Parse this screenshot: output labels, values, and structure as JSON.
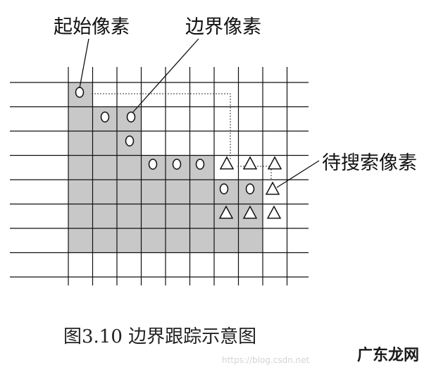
{
  "labels": {
    "start_pixel": "起始像素",
    "boundary_pixel": "边界像素",
    "candidate_pixel": "待搜索像素"
  },
  "caption": "图3.10 边界跟踪示意图",
  "watermark": "https://blog.csdn.net",
  "logo_text": "广东龙网",
  "colors": {
    "shaded_cell": "#c8c8c8",
    "grid_line": "#111111",
    "dotted_path": "#333333"
  },
  "icons": {
    "boundary_marker": "circle-icon",
    "candidate_marker": "triangle-icon"
  }
}
